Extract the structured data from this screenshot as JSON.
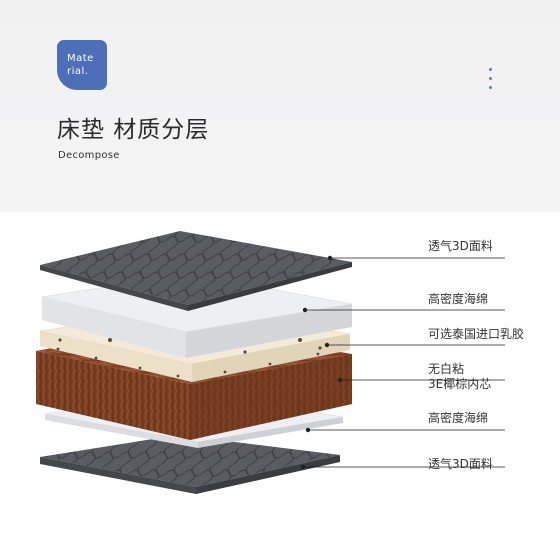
{
  "header": {
    "badge_line1": "Mate",
    "badge_line2": "rial.",
    "title": "床垫 材质分层",
    "subtitle": "Decompose"
  },
  "layers": [
    {
      "label": "透气3D面料"
    },
    {
      "label": "高密度海绵"
    },
    {
      "label": "可选泰国进口乳胶"
    },
    {
      "label_line1": "无白粘",
      "label_line2": "3E椰棕内芯"
    },
    {
      "label": "高密度海绵"
    },
    {
      "label": "透气3D面料"
    }
  ],
  "colors": {
    "badge": "#4d6fb7",
    "fabric": "#5a5d62",
    "sponge": "#eeeff2",
    "latex": "#f3e8d6",
    "coir": "#8b4a2b",
    "leader": "#222222"
  }
}
